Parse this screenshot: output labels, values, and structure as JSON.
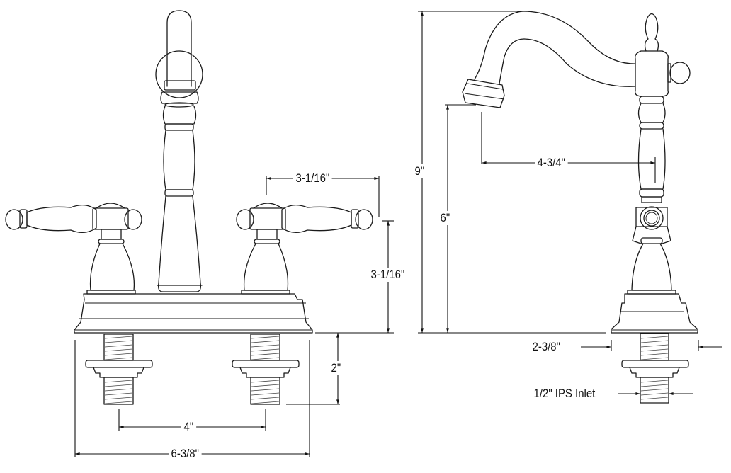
{
  "drawing": {
    "title": "Bar faucet dimension drawing",
    "views": [
      "front-view",
      "side-view"
    ],
    "line_color": "#1a1a1a",
    "background": "#ffffff"
  },
  "dimensions": {
    "front": {
      "handle_reach": "3-1/16\"",
      "handle_height": "3-1/16\"",
      "shank_length": "2\"",
      "center_spacing": "4\"",
      "base_width": "6-3/8\""
    },
    "side": {
      "overall_height": "9\"",
      "spout_height": "6\"",
      "spout_reach": "4-3/4\"",
      "base_depth": "2-3/8\"",
      "inlet": "1/2\" IPS Inlet"
    }
  }
}
